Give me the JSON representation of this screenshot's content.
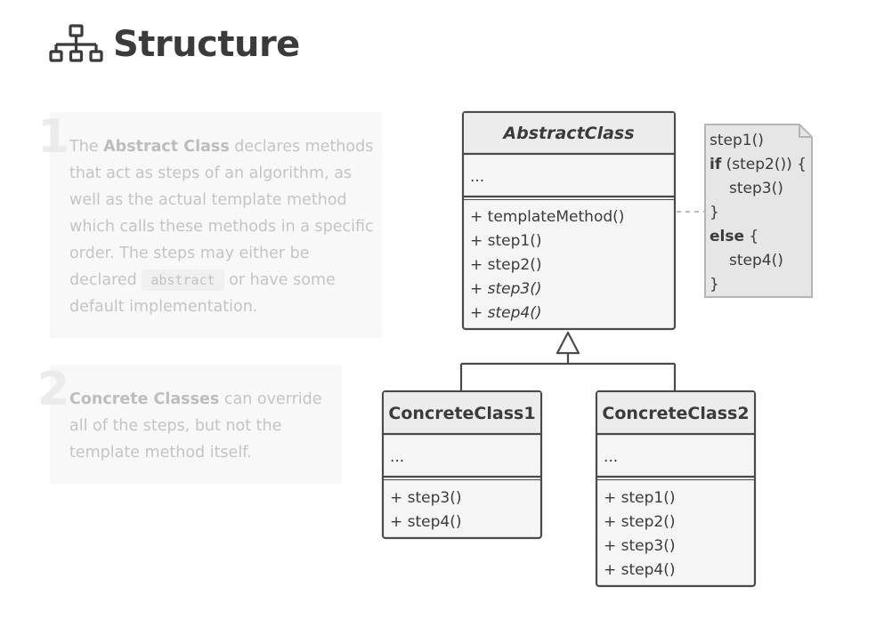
{
  "header": {
    "title": "Structure",
    "icon": "structure-icon"
  },
  "notes": [
    {
      "number": "1",
      "parts": [
        {
          "text": "The ",
          "bold": false
        },
        {
          "text": "Abstract Class",
          "bold": true
        },
        {
          "text": " declares methods that act as steps of an algorithm, as well as the actual template method which calls these methods in a specific order. The steps may either be declared ",
          "bold": false
        },
        {
          "text": "abstract",
          "code": true
        },
        {
          "text": " or have some default implementation.",
          "bold": false
        }
      ]
    },
    {
      "number": "2",
      "parts": [
        {
          "text": "Concrete Classes",
          "bold": true
        },
        {
          "text": " can override all of the steps, but not the template method itself.",
          "bold": false
        }
      ]
    }
  ],
  "diagram": {
    "abstract_class": {
      "name": "AbstractClass",
      "fields": "...",
      "methods": [
        {
          "text": "+ templateMethod()",
          "italic": false
        },
        {
          "text": "+ step1()",
          "italic": false
        },
        {
          "text": "+ step2()",
          "italic": false
        },
        {
          "text": "+ step3()",
          "italic": true
        },
        {
          "text": "+ step4()",
          "italic": true
        }
      ]
    },
    "note_lines": [
      {
        "parts": [
          {
            "text": "step1()",
            "bold": false
          }
        ],
        "indent": false
      },
      {
        "parts": [
          {
            "text": "if",
            "bold": true
          },
          {
            "text": " (step2()) {",
            "bold": false
          }
        ],
        "indent": false
      },
      {
        "parts": [
          {
            "text": "step3()",
            "bold": false
          }
        ],
        "indent": true
      },
      {
        "parts": [
          {
            "text": "}",
            "bold": false
          }
        ],
        "indent": false
      },
      {
        "parts": [
          {
            "text": "else",
            "bold": true
          },
          {
            "text": " {",
            "bold": false
          }
        ],
        "indent": false
      },
      {
        "parts": [
          {
            "text": "step4()",
            "bold": false
          }
        ],
        "indent": true
      },
      {
        "parts": [
          {
            "text": "}",
            "bold": false
          }
        ],
        "indent": false
      }
    ],
    "concrete1": {
      "name": "ConcreteClass1",
      "fields": "...",
      "methods": [
        "+ step3()",
        "+ step4()"
      ]
    },
    "concrete2": {
      "name": "ConcreteClass2",
      "fields": "...",
      "methods": [
        "+ step1()",
        "+ step2()",
        "+ step3()",
        "+ step4()"
      ]
    }
  },
  "colors": {
    "stroke": "#4a4a4a",
    "header_fill": "#ececec",
    "body_fill": "#f5f5f5",
    "note_fill": "#e6e6e6",
    "note_stroke": "#b5b5b5",
    "connector": "#bdbdbd"
  }
}
